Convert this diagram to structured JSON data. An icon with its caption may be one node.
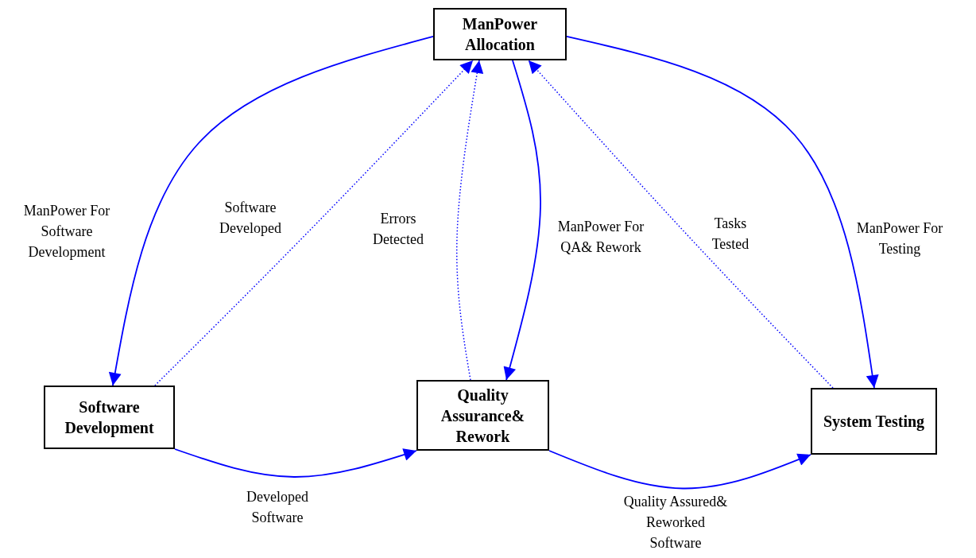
{
  "diagram": {
    "nodes": [
      {
        "text": [
          "ManPower Allocation"
        ]
      },
      {
        "text": [
          "Software Development"
        ]
      },
      {
        "text": [
          "Quality Assurance& Rework"
        ]
      },
      {
        "text": [
          "System Testing"
        ]
      }
    ],
    "edges": [
      {
        "from": 0,
        "to": 1,
        "arrow": "to",
        "label": "ManPower For Software Development"
      },
      {
        "from": 1,
        "to": 0,
        "arrow": "to",
        "label": "Software Developed",
        "style": "dashed"
      },
      {
        "from": 2,
        "to": 0,
        "arrow": "to",
        "label": "Errors Detected",
        "style": "dashed"
      },
      {
        "from": 0,
        "to": 2,
        "arrow": "to",
        "label": "ManPower For QA& Rework"
      },
      {
        "from": 3,
        "to": 0,
        "arrow": "to",
        "label": "Tasks Tested",
        "style": "dashed"
      },
      {
        "from": 0,
        "to": 3,
        "arrow": "to",
        "label": "ManPower For Testing"
      },
      {
        "from": 1,
        "to": 2,
        "arrow": "to",
        "label": "Developed Software"
      },
      {
        "from": 2,
        "to": 3,
        "arrow": "to",
        "label": "Quality Assured& Reworked Software"
      }
    ]
  }
}
